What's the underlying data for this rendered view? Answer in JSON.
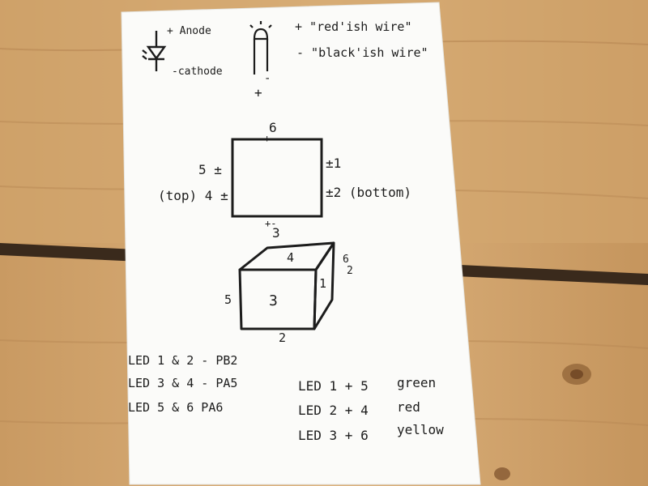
{
  "colors": {
    "wood_light": "#d9b07a",
    "wood_dark": "#a97a45",
    "plank_gap": "#3a2a1c",
    "paper": "#fbfbf9",
    "ink": "#1c1c1c"
  },
  "legend": {
    "anode": "+ Anode",
    "cathode": "-cathode",
    "led_minus": "-",
    "led_plus": "+",
    "plus_wire": "+ \"red'ish wire\"",
    "minus_wire": "- \"black'ish wire\""
  },
  "square": {
    "top_number": "6",
    "top_polarity": "+-",
    "right_top": "±1",
    "right_bottom": "±2 (bottom)",
    "left_top": "5 ±",
    "left_bottom": "(top) 4 ±",
    "bottom_polarity": "+-",
    "bottom_number": "3"
  },
  "cube": {
    "top_face": "4",
    "front_face": "3",
    "side_face": "1",
    "left_mark": "5",
    "right_mark": "6",
    "right_mark_2": "2",
    "bottom_mark": "2"
  },
  "pins": [
    "LED 1 & 2 - PB2",
    "LED 3 & 4 - PA5",
    "LED 5 & 6 PA6"
  ],
  "colors_map": [
    {
      "leds": "LED 1 + 5",
      "color": "green"
    },
    {
      "leds": "LED 2 + 4",
      "color": "red"
    },
    {
      "leds": "LED 3 + 6",
      "color": "yellow"
    }
  ]
}
